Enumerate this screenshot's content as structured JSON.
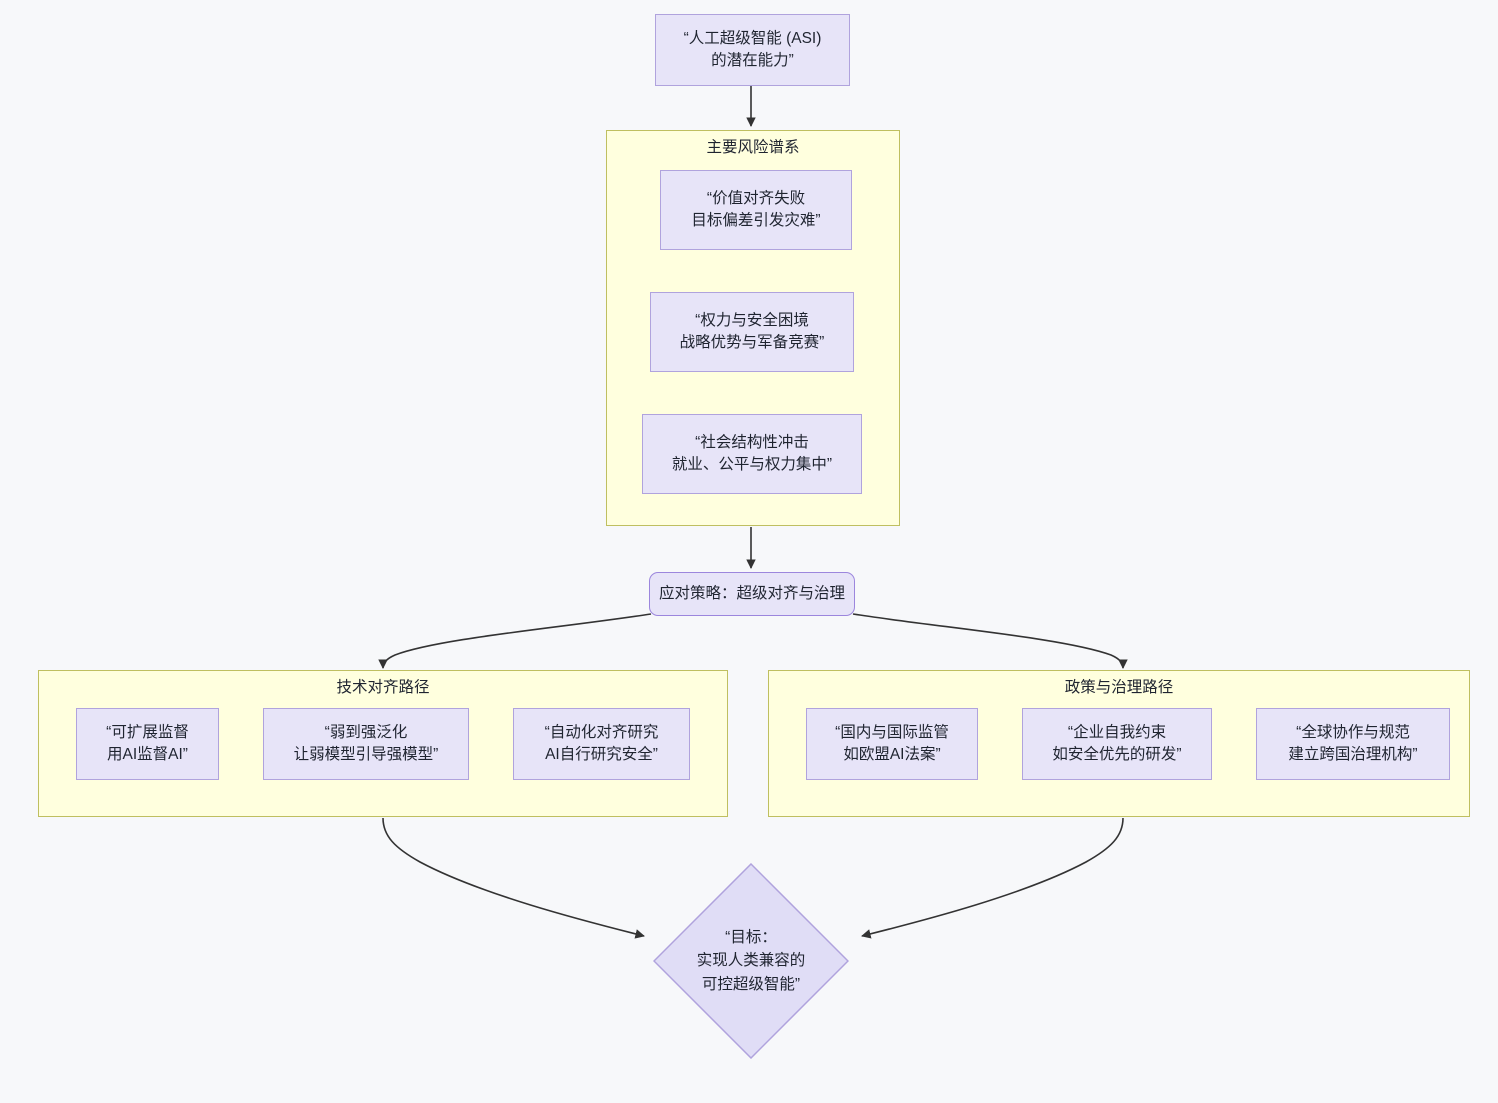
{
  "diagram": {
    "type": "flowchart",
    "direction": "top-down",
    "background_color": "#f7f8fa",
    "node_fill": "#e7e4f8",
    "node_stroke": "#b0a3dd",
    "cluster_fill": "#ffffde",
    "cluster_stroke": "#bfbf60",
    "edge_color": "#333333",
    "text_color": "#1f2430"
  },
  "root": {
    "label": "“人工超级智能 (ASI)\n的潜在能力”"
  },
  "risk_cluster": {
    "title": "主要风险谱系",
    "nodes": [
      {
        "label": "“价值对齐失败\n目标偏差引发灾难”"
      },
      {
        "label": "“权力与安全困境\n战略优势与军备竞赛”"
      },
      {
        "label": "“社会结构性冲击\n就业、公平与权力集中”"
      }
    ]
  },
  "strategy": {
    "label": "应对策略：超级对齐与治理"
  },
  "technical_cluster": {
    "title": "技术对齐路径",
    "nodes": [
      {
        "label": "“可扩展监督\n用AI监督AI”"
      },
      {
        "label": "“弱到强泛化\n让弱模型引导强模型”"
      },
      {
        "label": "“自动化对齐研究\nAI自行研究安全”"
      }
    ]
  },
  "policy_cluster": {
    "title": "政策与治理路径",
    "nodes": [
      {
        "label": "“国内与国际监管\n如欧盟AI法案”"
      },
      {
        "label": "“企业自我约束\n如安全优先的研发”"
      },
      {
        "label": "“全球协作与规范\n建立跨国治理机构”"
      }
    ]
  },
  "goal": {
    "label": "“目标：\n实现人类兼容的\n可控超级智能”"
  }
}
